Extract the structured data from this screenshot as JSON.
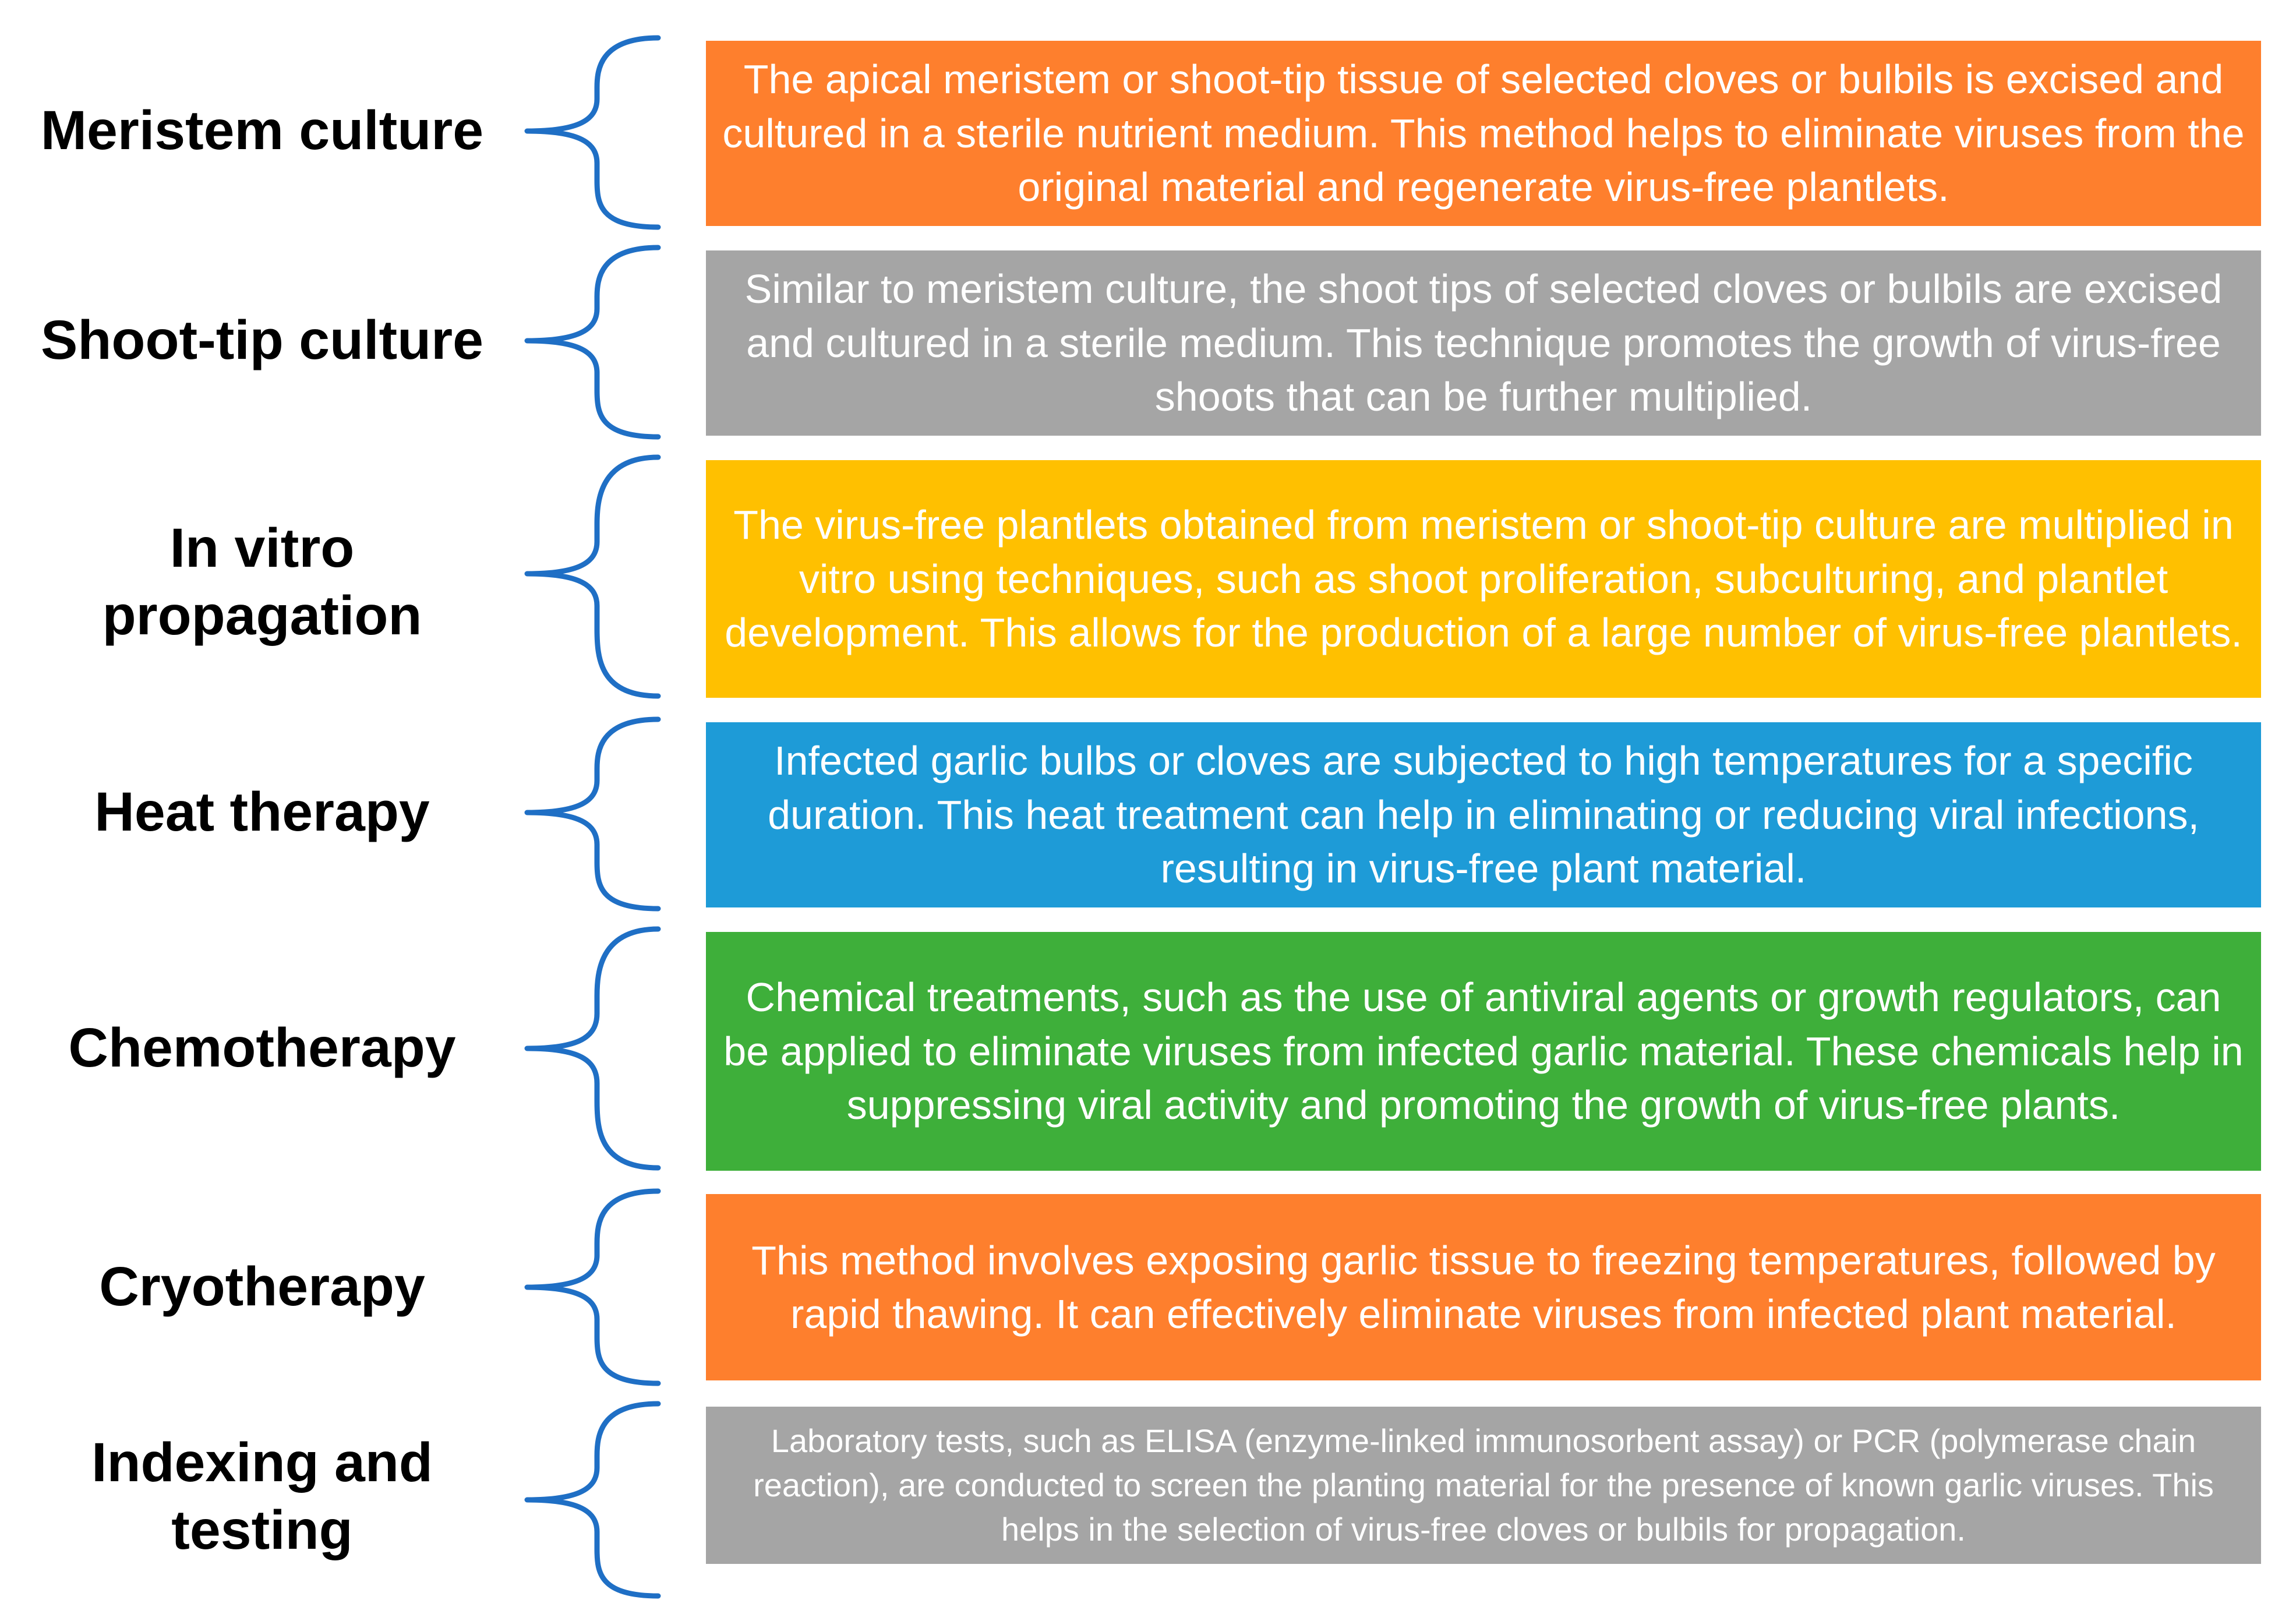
{
  "colors": {
    "orange": "#FE7F2D",
    "gray": "#A5A5A5",
    "yellow": "#FFC000",
    "blue": "#1E9BD7",
    "green": "#3EAF3A",
    "brace": "#1F6FC5"
  },
  "rows": [
    {
      "label": "Meristem culture",
      "color": "orange",
      "text": "The apical meristem or shoot-tip tissue of selected cloves or bulbils is excised and cultured in a sterile nutrient medium. This method helps to eliminate viruses from the original material and regenerate virus-free plantlets."
    },
    {
      "label": "Shoot-tip culture",
      "color": "gray",
      "text": "Similar to meristem culture, the shoot tips of selected cloves or bulbils are excised and cultured in a sterile medium. This technique promotes the growth of virus-free shoots that can be further multiplied."
    },
    {
      "label": "In vitro propagation",
      "color": "yellow",
      "text": "The virus-free plantlets obtained from meristem or shoot-tip culture are multiplied in vitro using techniques, such as shoot proliferation, subculturing, and plantlet development. This allows for the production of a large number of virus-free plantlets."
    },
    {
      "label": "Heat therapy",
      "color": "blue",
      "text": "Infected garlic bulbs or cloves are subjected to high temperatures for a specific duration. This heat treatment can help in eliminating or reducing viral infections, resulting in virus-free plant material."
    },
    {
      "label": "Chemotherapy",
      "color": "green",
      "text": "Chemical treatments, such as the use of antiviral agents or growth regulators, can be applied to eliminate viruses from infected garlic material. These chemicals help in suppressing viral activity and promoting the growth of virus-free plants."
    },
    {
      "label": "Cryotherapy",
      "color": "orange",
      "text": "This method involves exposing garlic tissue to freezing temperatures, followed by rapid thawing. It can effectively eliminate viruses from infected plant material."
    },
    {
      "label": "Indexing and testing",
      "color": "gray",
      "text": "Laboratory tests, such as ELISA (enzyme-linked immunosorbent assay) or PCR (polymerase chain reaction), are conducted to screen the planting material for the presence of known garlic viruses. This helps in the selection of virus-free cloves or bulbils for propagation."
    }
  ]
}
